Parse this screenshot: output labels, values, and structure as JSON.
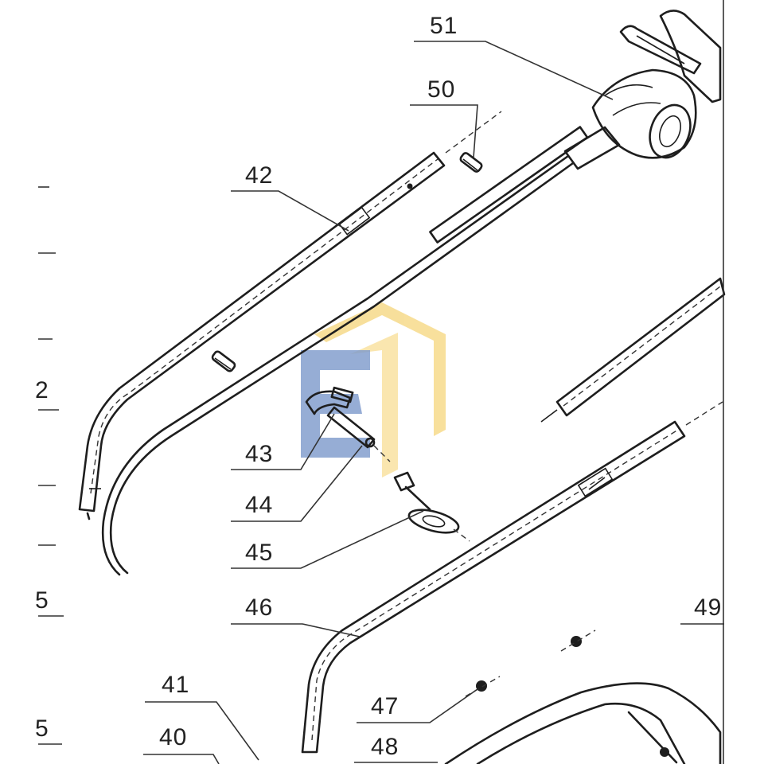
{
  "diagram": {
    "labels": {
      "p51": "51",
      "p50": "50",
      "p42": "42",
      "p43": "43",
      "p44": "44",
      "p45": "45",
      "p46": "46",
      "p47": "47",
      "p48": "48",
      "p49": "49",
      "p41": "41",
      "p40": "40"
    },
    "edge_marks": {
      "m1": "2",
      "m2": "5",
      "m3": "5"
    }
  },
  "colors": {
    "ink": "#1e1e1e",
    "watermark_blue": "#1f4fa3",
    "watermark_gold": "#f2c64a"
  }
}
